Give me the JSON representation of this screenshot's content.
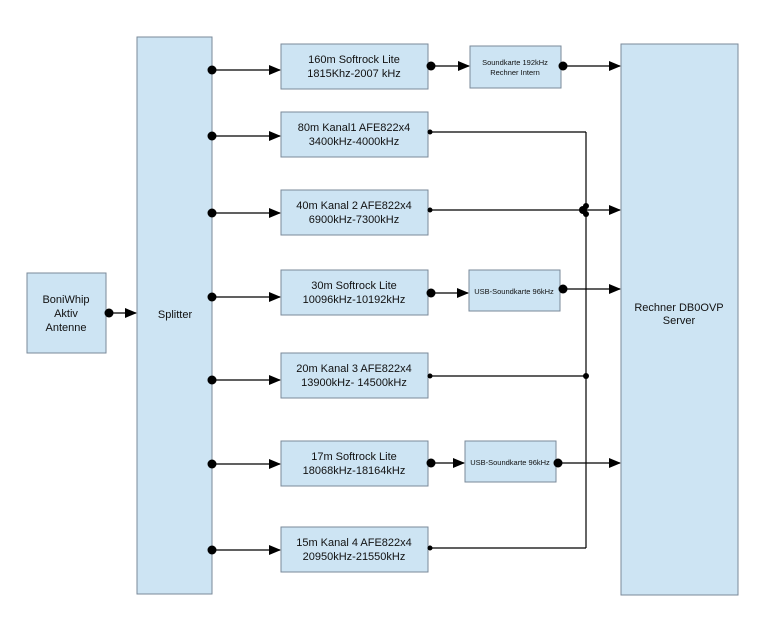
{
  "antenna": {
    "line1": "BoniWhip",
    "line2": "Aktiv",
    "line3": "Antenne"
  },
  "splitter": {
    "label": "Splitter"
  },
  "server": {
    "line1": "Rechner DB0OVP",
    "line2": "Server"
  },
  "receivers": [
    {
      "line1": "160m Softrock Lite",
      "line2": "1815Khz-2007 kHz"
    },
    {
      "line1": "80m Kanal1 AFE822x4",
      "line2": "3400kHz-4000kHz"
    },
    {
      "line1": "40m Kanal 2 AFE822x4",
      "line2": "6900kHz-7300kHz"
    },
    {
      "line1": "30m Softrock Lite",
      "line2": "10096kHz-10192kHz"
    },
    {
      "line1": "20m Kanal 3 AFE822x4",
      "line2": "13900kHz- 14500kHz"
    },
    {
      "line1": "17m Softrock Lite",
      "line2": "18068kHz-18164kHz"
    },
    {
      "line1": "15m Kanal 4 AFE822x4",
      "line2": "20950kHz-21550kHz"
    }
  ],
  "soundcards": [
    {
      "line1": "Soundkarte 192kHz",
      "line2": "Rechner Intern"
    },
    {
      "line1": "USB-Soundkarte 96kHz"
    },
    {
      "line1": "USB-Soundkarte 96kHz"
    }
  ],
  "colors": {
    "box_fill": "#cde4f3",
    "box_border": "#7a8a99",
    "line": "#000000"
  }
}
